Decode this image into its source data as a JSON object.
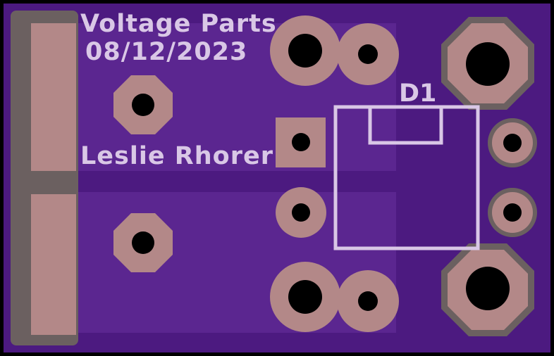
{
  "board": {
    "title_line1": "Voltage Parts",
    "title_line2": "08/12/2023",
    "author": "Leslie Rhorer",
    "component_label": "D1"
  },
  "colors": {
    "substrate": "#4c1a80",
    "copper_pour": "#5b2690",
    "pad_copper": "#b38888",
    "pad_rim": "#6b6060",
    "drill_hole": "#000000",
    "silkscreen": "#d9c7e6",
    "outline": "#000000"
  }
}
